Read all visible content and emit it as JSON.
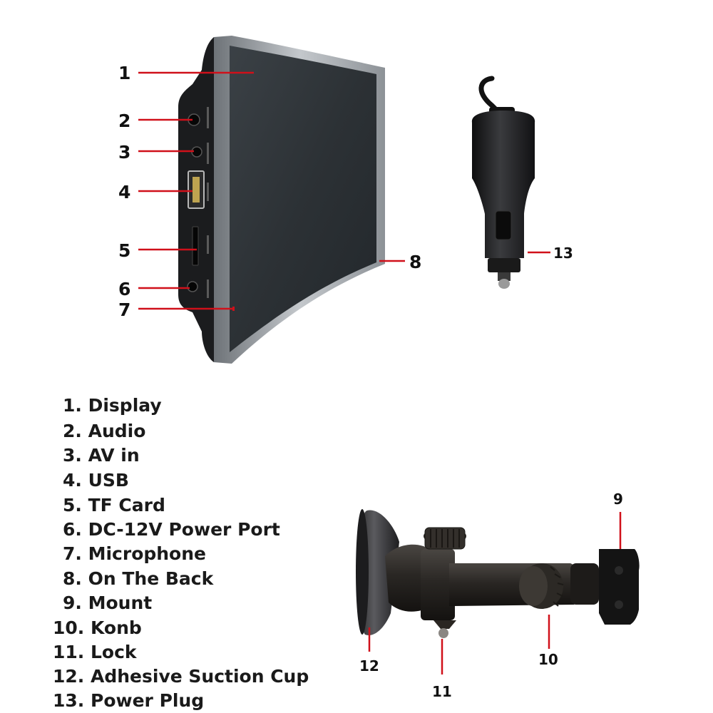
{
  "callouts": [
    "1",
    "2",
    "3",
    "4",
    "5",
    "6",
    "7",
    "8",
    "9",
    "10",
    "11",
    "12",
    "13"
  ],
  "legend": [
    "1. Display",
    "2. Audio",
    "3. AV in",
    "4. USB",
    "5. TF Card",
    "6. DC-12V Power Port",
    "7. Microphone",
    "8. On The Back",
    "9. Mount",
    "10. Konb",
    "11. Lock",
    "12. Adhesive Suction Cup",
    "13. Power Plug"
  ],
  "colors": {
    "leader_line": "#d0101a",
    "text": "#1a1a1a",
    "screen": "#2f3438",
    "bezel": "#a8adb2",
    "device_body": "#1b1c1e"
  },
  "icons": [
    "display-device-illustration",
    "car-power-plug-illustration",
    "suction-mount-illustration"
  ]
}
